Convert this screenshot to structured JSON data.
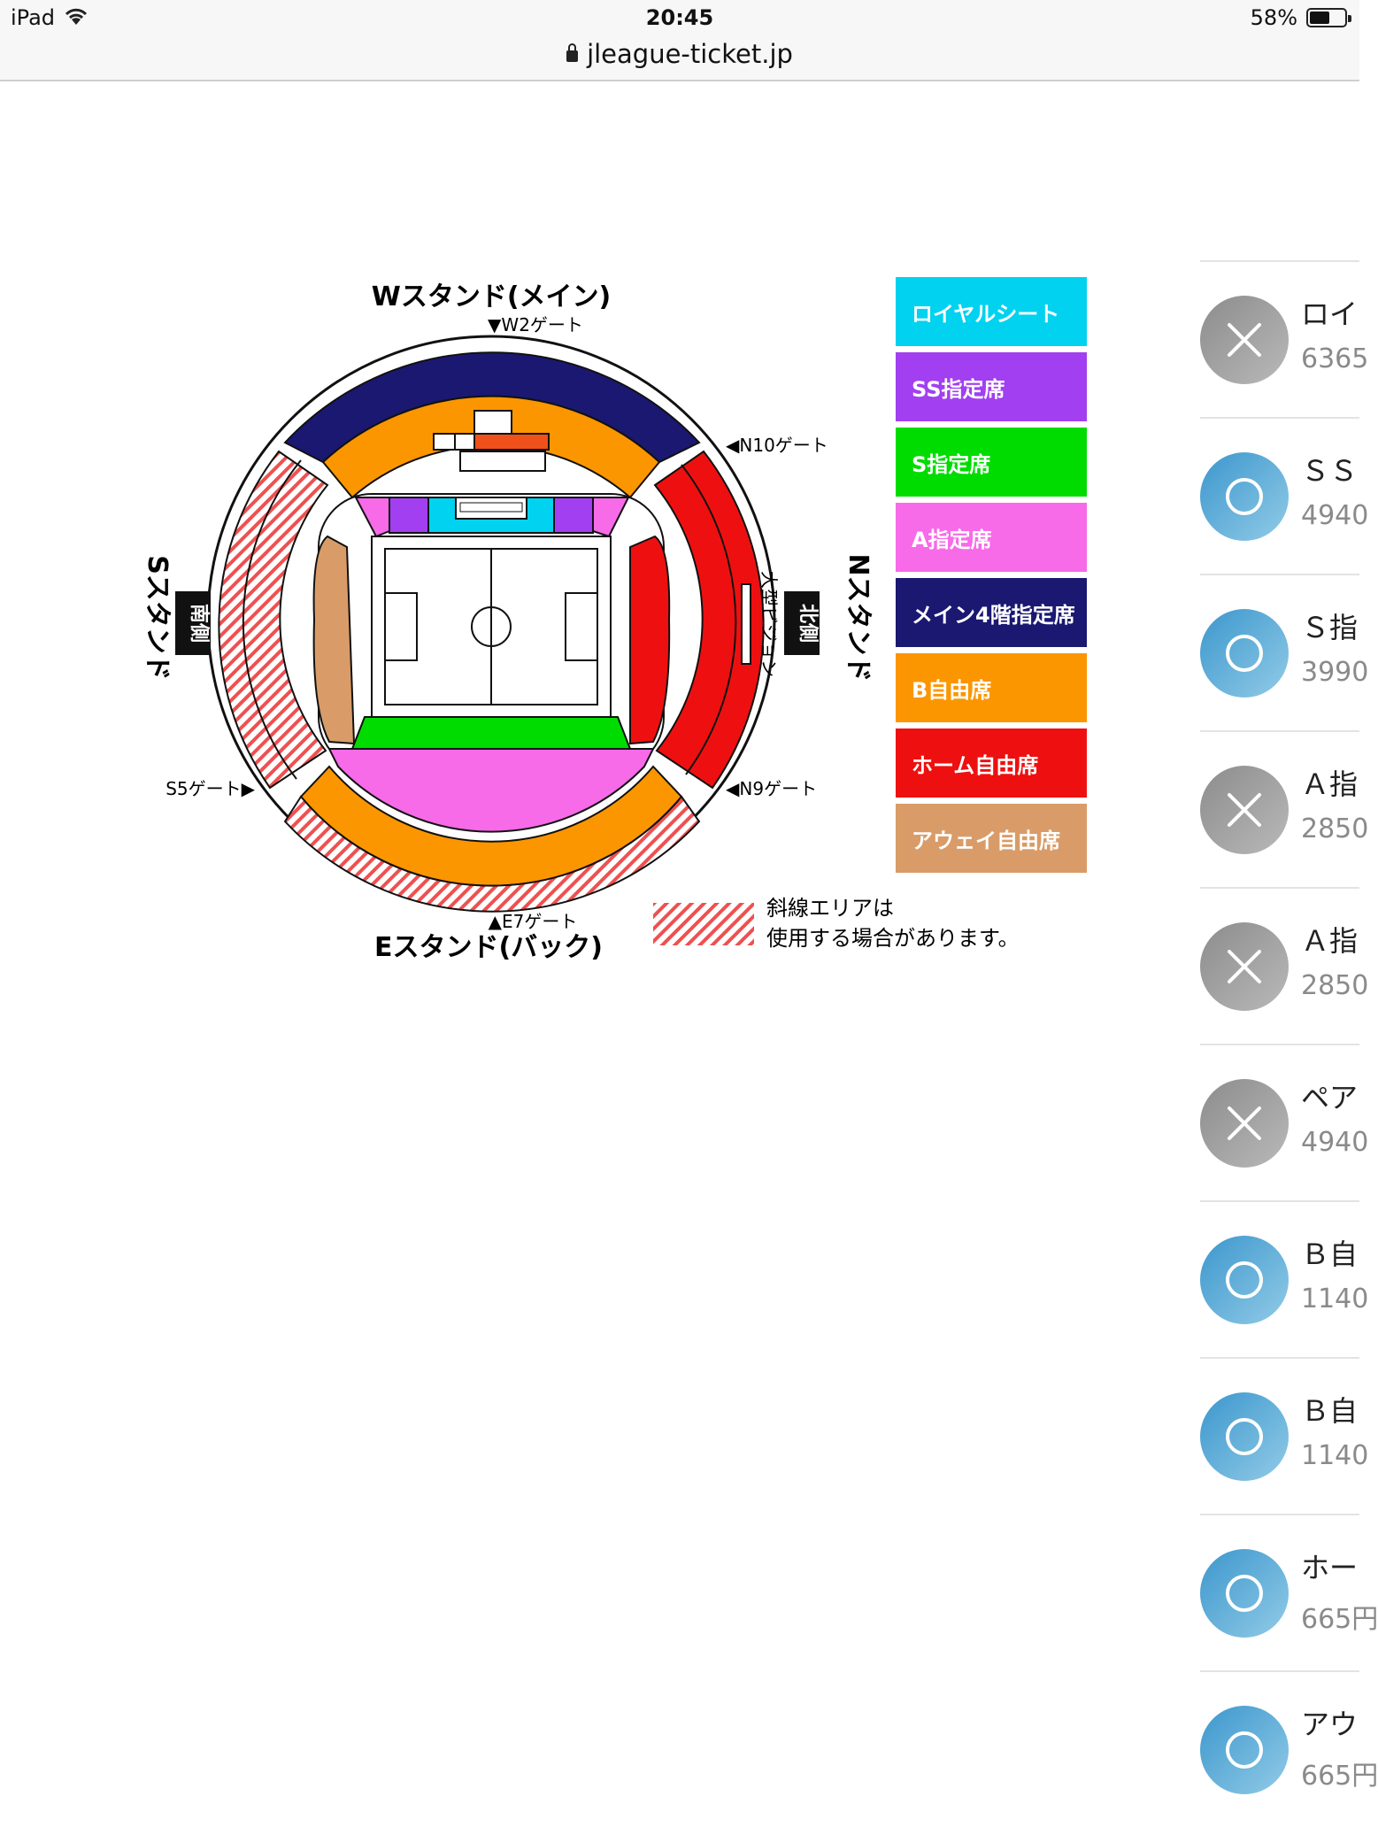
{
  "status_bar": {
    "device": "iPad",
    "time": "20:45",
    "battery": "58%",
    "battery_level": 0.58
  },
  "address_bar": {
    "url": "jleague-ticket.jp"
  },
  "map": {
    "stand_west": "Wスタンド(メイン)",
    "gate_w2": "▼W2ゲート",
    "stand_east": "Eスタンド(バック)",
    "gate_e7": "▲E7ゲート",
    "stand_south": "Sスタンド",
    "side_south": "南側",
    "gate_s5": "S5ゲート▶",
    "stand_north": "Nスタンド",
    "side_north": "北側",
    "gate_n10": "◀N10ゲート",
    "gate_n9": "◀N9ゲート",
    "big_vision": "大型ビジョン",
    "hatch_note_1": "斜線エリアは",
    "hatch_note_2": "使用する場合があります。"
  },
  "legend": [
    {
      "label": "ロイヤルシート",
      "color": "#00d2f0"
    },
    {
      "label": "SS指定席",
      "color": "#a23ff0"
    },
    {
      "label": "S指定席",
      "color": "#00dc00"
    },
    {
      "label": "A指定席",
      "color": "#f76ae8"
    },
    {
      "label": "メイン4階指定席",
      "color": "#1b1872"
    },
    {
      "label": "B自由席",
      "color": "#fb9600"
    },
    {
      "label": "ホーム自由席",
      "color": "#ee1010"
    },
    {
      "label": "アウェイ自由席",
      "color": "#d99c68"
    }
  ],
  "seats": [
    {
      "name": "ロイ",
      "price": "6365",
      "status": "sold"
    },
    {
      "name": "ＳＳ",
      "price": "4940",
      "status": "available"
    },
    {
      "name": "Ｓ指",
      "price": "3990",
      "status": "available"
    },
    {
      "name": "Ａ指",
      "price": "2850",
      "status": "sold"
    },
    {
      "name": "Ａ指",
      "price": "2850",
      "status": "sold"
    },
    {
      "name": "ペア",
      "price": "4940",
      "status": "sold"
    },
    {
      "name": "Ｂ自",
      "price": "1140",
      "status": "available"
    },
    {
      "name": "Ｂ自",
      "price": "1140",
      "status": "available"
    },
    {
      "name": "ホー",
      "price": "665円",
      "status": "available"
    },
    {
      "name": "アウ",
      "price": "665円",
      "status": "available"
    }
  ]
}
